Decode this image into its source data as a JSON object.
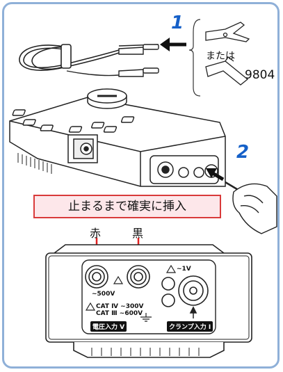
{
  "steps": {
    "step1": "1",
    "step2": "2"
  },
  "alt_text": "または",
  "model_number": "9804",
  "banner_text": "止まるまで確実に挿入",
  "jack_labels": {
    "red": "赤",
    "black": "黒"
  },
  "panel": {
    "voltage_rating": "~500V",
    "cat4_rating": "CAT Ⅳ ~300V",
    "cat3_rating": "CAT Ⅲ ~600V",
    "clamp_rating": "~1V",
    "voltage_input_label": "電圧入力 V",
    "clamp_input_label": "クランプ入力 I"
  },
  "colors": {
    "border": "#8fb0d8",
    "accent_blue": "#1560c8",
    "banner_border": "#d93a3a",
    "banner_fill": "#fde7ea",
    "arrow_red": "#e02020"
  }
}
